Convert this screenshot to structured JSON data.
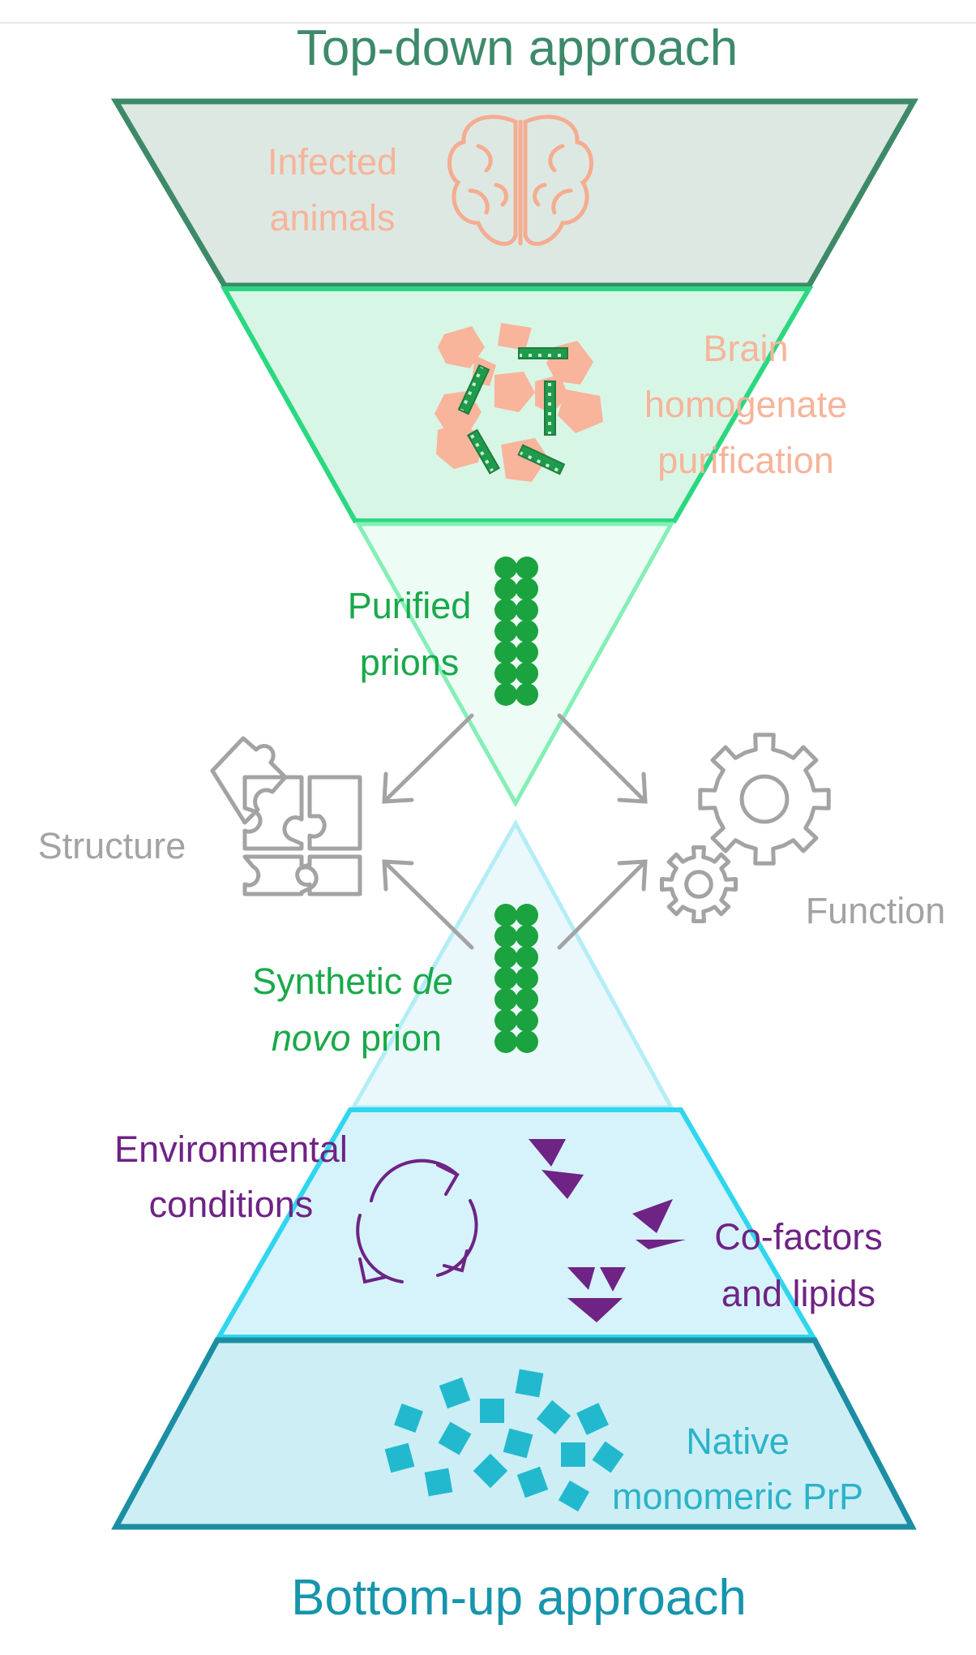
{
  "titles": {
    "top": "Top-down approach",
    "bottom": "Bottom-up approach"
  },
  "top_funnel": {
    "tier1": {
      "line1": "Infected",
      "line2": "animals",
      "icon": "brain-icon"
    },
    "tier2": {
      "line1": "Brain",
      "line2": "homogenate",
      "line3": "purification",
      "icon": "homogenate-particles-icon"
    },
    "tier3": {
      "line1": "Purified",
      "line2": "prions",
      "icon": "prion-fibril-icon"
    }
  },
  "bottom_pyramid": {
    "tier3": {
      "line1_a": "Synthetic ",
      "line1_b": "de",
      "line2_a": "novo",
      "line2_b": " prion",
      "icon": "prion-fibril-icon"
    },
    "tier2": {
      "left_line1": "Environmental",
      "left_line2": "conditions",
      "right_line1": "Co-factors",
      "right_line2": "and lipids",
      "icons": [
        "cycle-arrows-icon",
        "cofactor-triangles-icon"
      ]
    },
    "tier1": {
      "line1": "Native",
      "line2": "monomeric PrP",
      "icon": "monomer-squares-icon"
    }
  },
  "outcomes": {
    "left": {
      "label": "Structure",
      "icon": "puzzle-icon"
    },
    "right": {
      "label": "Function",
      "icon": "gears-icon"
    }
  },
  "colors": {
    "top_title": "#3d8a6a",
    "bottom_title": "#1695ad",
    "salmon_text": "#f6b49a",
    "salmon_fill": "#f9b49c",
    "green_text": "#19a94a",
    "prion_green": "#1aa33e",
    "gray": "#a3a3a3",
    "purple": "#6e2385",
    "cyan_square": "#22b9cf",
    "native_text": "#2bb3c8"
  }
}
